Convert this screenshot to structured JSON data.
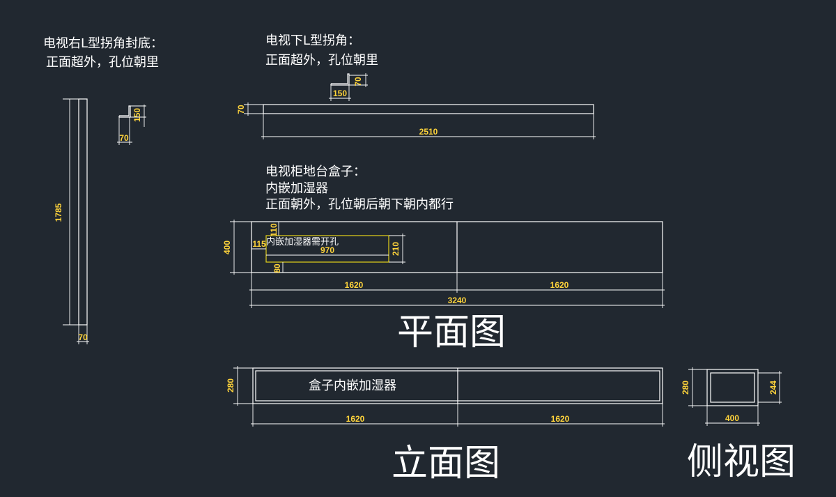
{
  "notes": {
    "right_L_title": "电视右L型拐角封底：",
    "right_L_sub": "正面超外，孔位朝里",
    "bottom_L_title": "电视下L型拐角：",
    "bottom_L_sub": "正面超外，孔位朝里",
    "box_title": "电视柜地台盒子：",
    "box_line2": "内嵌加湿器",
    "box_line3": "正面朝外，孔位朝后朝下朝内都行",
    "humidifier_hole": "内嵌加湿器需开孔",
    "elevation_label": "盒子内嵌加湿器"
  },
  "titles": {
    "plan": "平面图",
    "elevation": "立面图",
    "side": "侧视图"
  },
  "dims": {
    "left_height": "1785",
    "left_width": "70",
    "left_prof_h": "150",
    "left_prof_w": "70",
    "top_prof_w": "150",
    "top_prof_h": "70",
    "top_thick": "70",
    "top_len": "2510",
    "plan_depth": "400",
    "hole_top": "110",
    "hole_left": "115",
    "hole_len": "970",
    "hole_w": "210",
    "hole_bottom": "80",
    "plan_seg1": "1620",
    "plan_seg2": "1620",
    "plan_total": "3240",
    "elev_h": "280",
    "elev_seg1": "1620",
    "elev_seg2": "1620",
    "side_h_outer": "280",
    "side_h_inner": "244",
    "side_w": "400"
  }
}
